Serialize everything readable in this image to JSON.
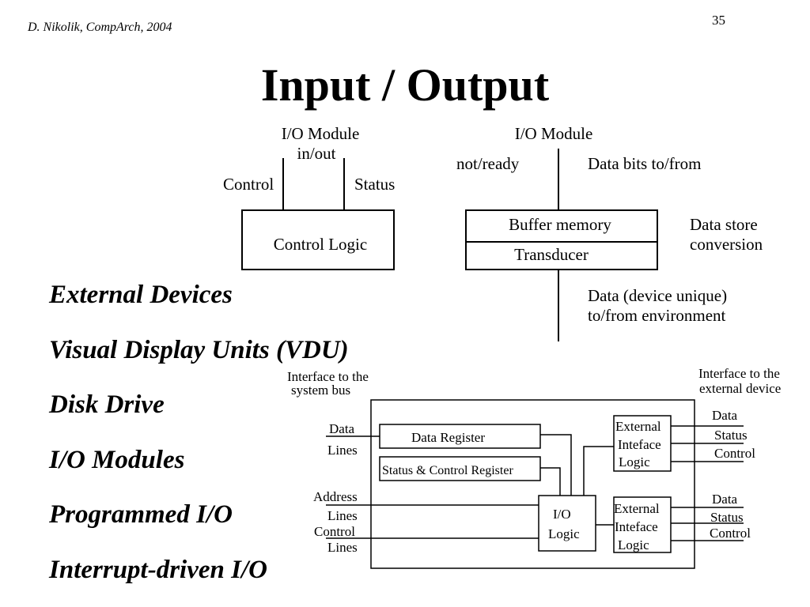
{
  "slide": {
    "author": "D. Nikolik, CompArch, 2004",
    "page_number": "35",
    "title": "Input / Output"
  },
  "topics": [
    "External Devices",
    "Visual Display Units (VDU)",
    "Disk Drive",
    "I/O Modules",
    "Programmed I/O",
    "Interrupt-driven I/O"
  ],
  "device_diagram": {
    "left": {
      "module_label": "I/O Module",
      "inout_label": "in/out",
      "control_label": "Control",
      "status_label": "Status",
      "box_label": "Control Logic"
    },
    "right": {
      "module_label": "I/O Module",
      "ready_label": "not/ready",
      "data_bits_label": "Data bits to/from",
      "buffer_label": "Buffer memory",
      "transducer_label": "Transducer",
      "store_line1": "Data store",
      "store_line2": "conversion",
      "env_line1": "Data (device unique)",
      "env_line2": "to/from environment"
    }
  },
  "module_diagram": {
    "sysbus_line1": "Interface to the",
    "sysbus_line2": "system bus",
    "extdev_line1": "Interface to the",
    "extdev_line2": "external device",
    "data_label": "Data",
    "lines_label": "Lines",
    "address_label": "Address",
    "control_label": "Control",
    "data_register": "Data Register",
    "status_register": "Status & Control Register",
    "io_logic_line1": "I/O",
    "io_logic_line2": "Logic",
    "ext_line1": "External",
    "ext_line2": "Inteface",
    "ext_line3": "Logic",
    "out_data": "Data",
    "out_status": "Status",
    "out_control": "Control"
  }
}
